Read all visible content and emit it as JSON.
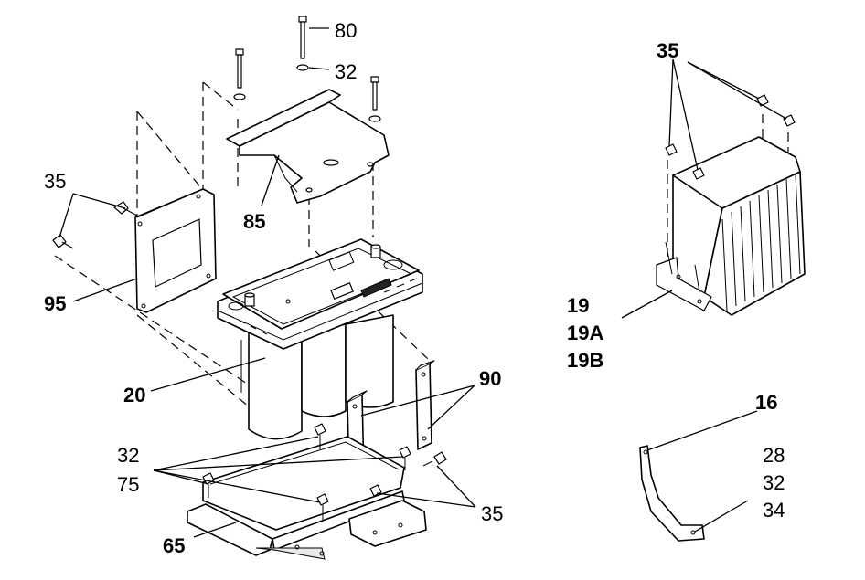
{
  "diagram": {
    "callouts": {
      "c80": "80",
      "c32_top": "32",
      "c35_left": "35",
      "c85": "85",
      "c95": "95",
      "c20": "20",
      "c90": "90",
      "c32_bottom": "32",
      "c75": "75",
      "c35_bottom": "35",
      "c65": "65",
      "c35_right": "35",
      "c19": "19",
      "c19a": "19A",
      "c19b": "19B",
      "c16": "16",
      "c28": "28",
      "c32_right": "32",
      "c34": "34"
    }
  }
}
